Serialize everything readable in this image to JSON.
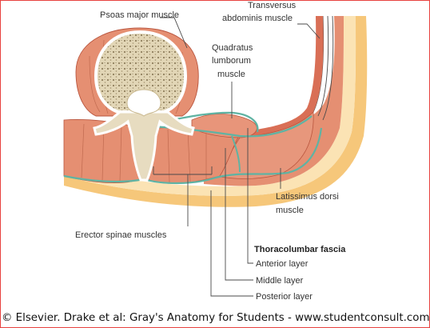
{
  "labels": {
    "psoas": "Psoas major muscle",
    "transversus_line1": "Transversus",
    "transversus_line2": "abdominis muscle",
    "quadratus_line1": "Quadratus",
    "quadratus_line2": "lumborum",
    "quadratus_line3": "muscle",
    "latissimus_line1": "Latissimus dorsi",
    "latissimus_line2": "muscle",
    "erector": "Erector spinae muscles",
    "fascia_title": "Thoracolumbar fascia",
    "anterior": "Anterior layer",
    "middle": "Middle layer",
    "posterior": "Posterior layer"
  },
  "credit": "© Elsevier. Drake et al: Gray's Anatomy for Students - www.studentconsult.com",
  "colors": {
    "frame": "#e8423f",
    "muscle": "#e58f72",
    "muscle_line": "#b9553e",
    "fascia": "#5fb3a3",
    "fat": "#f6c77a",
    "fat_light": "#fbe3b4",
    "bone_cortex": "#ffffff",
    "bone_marrow": "#d8cba8"
  }
}
